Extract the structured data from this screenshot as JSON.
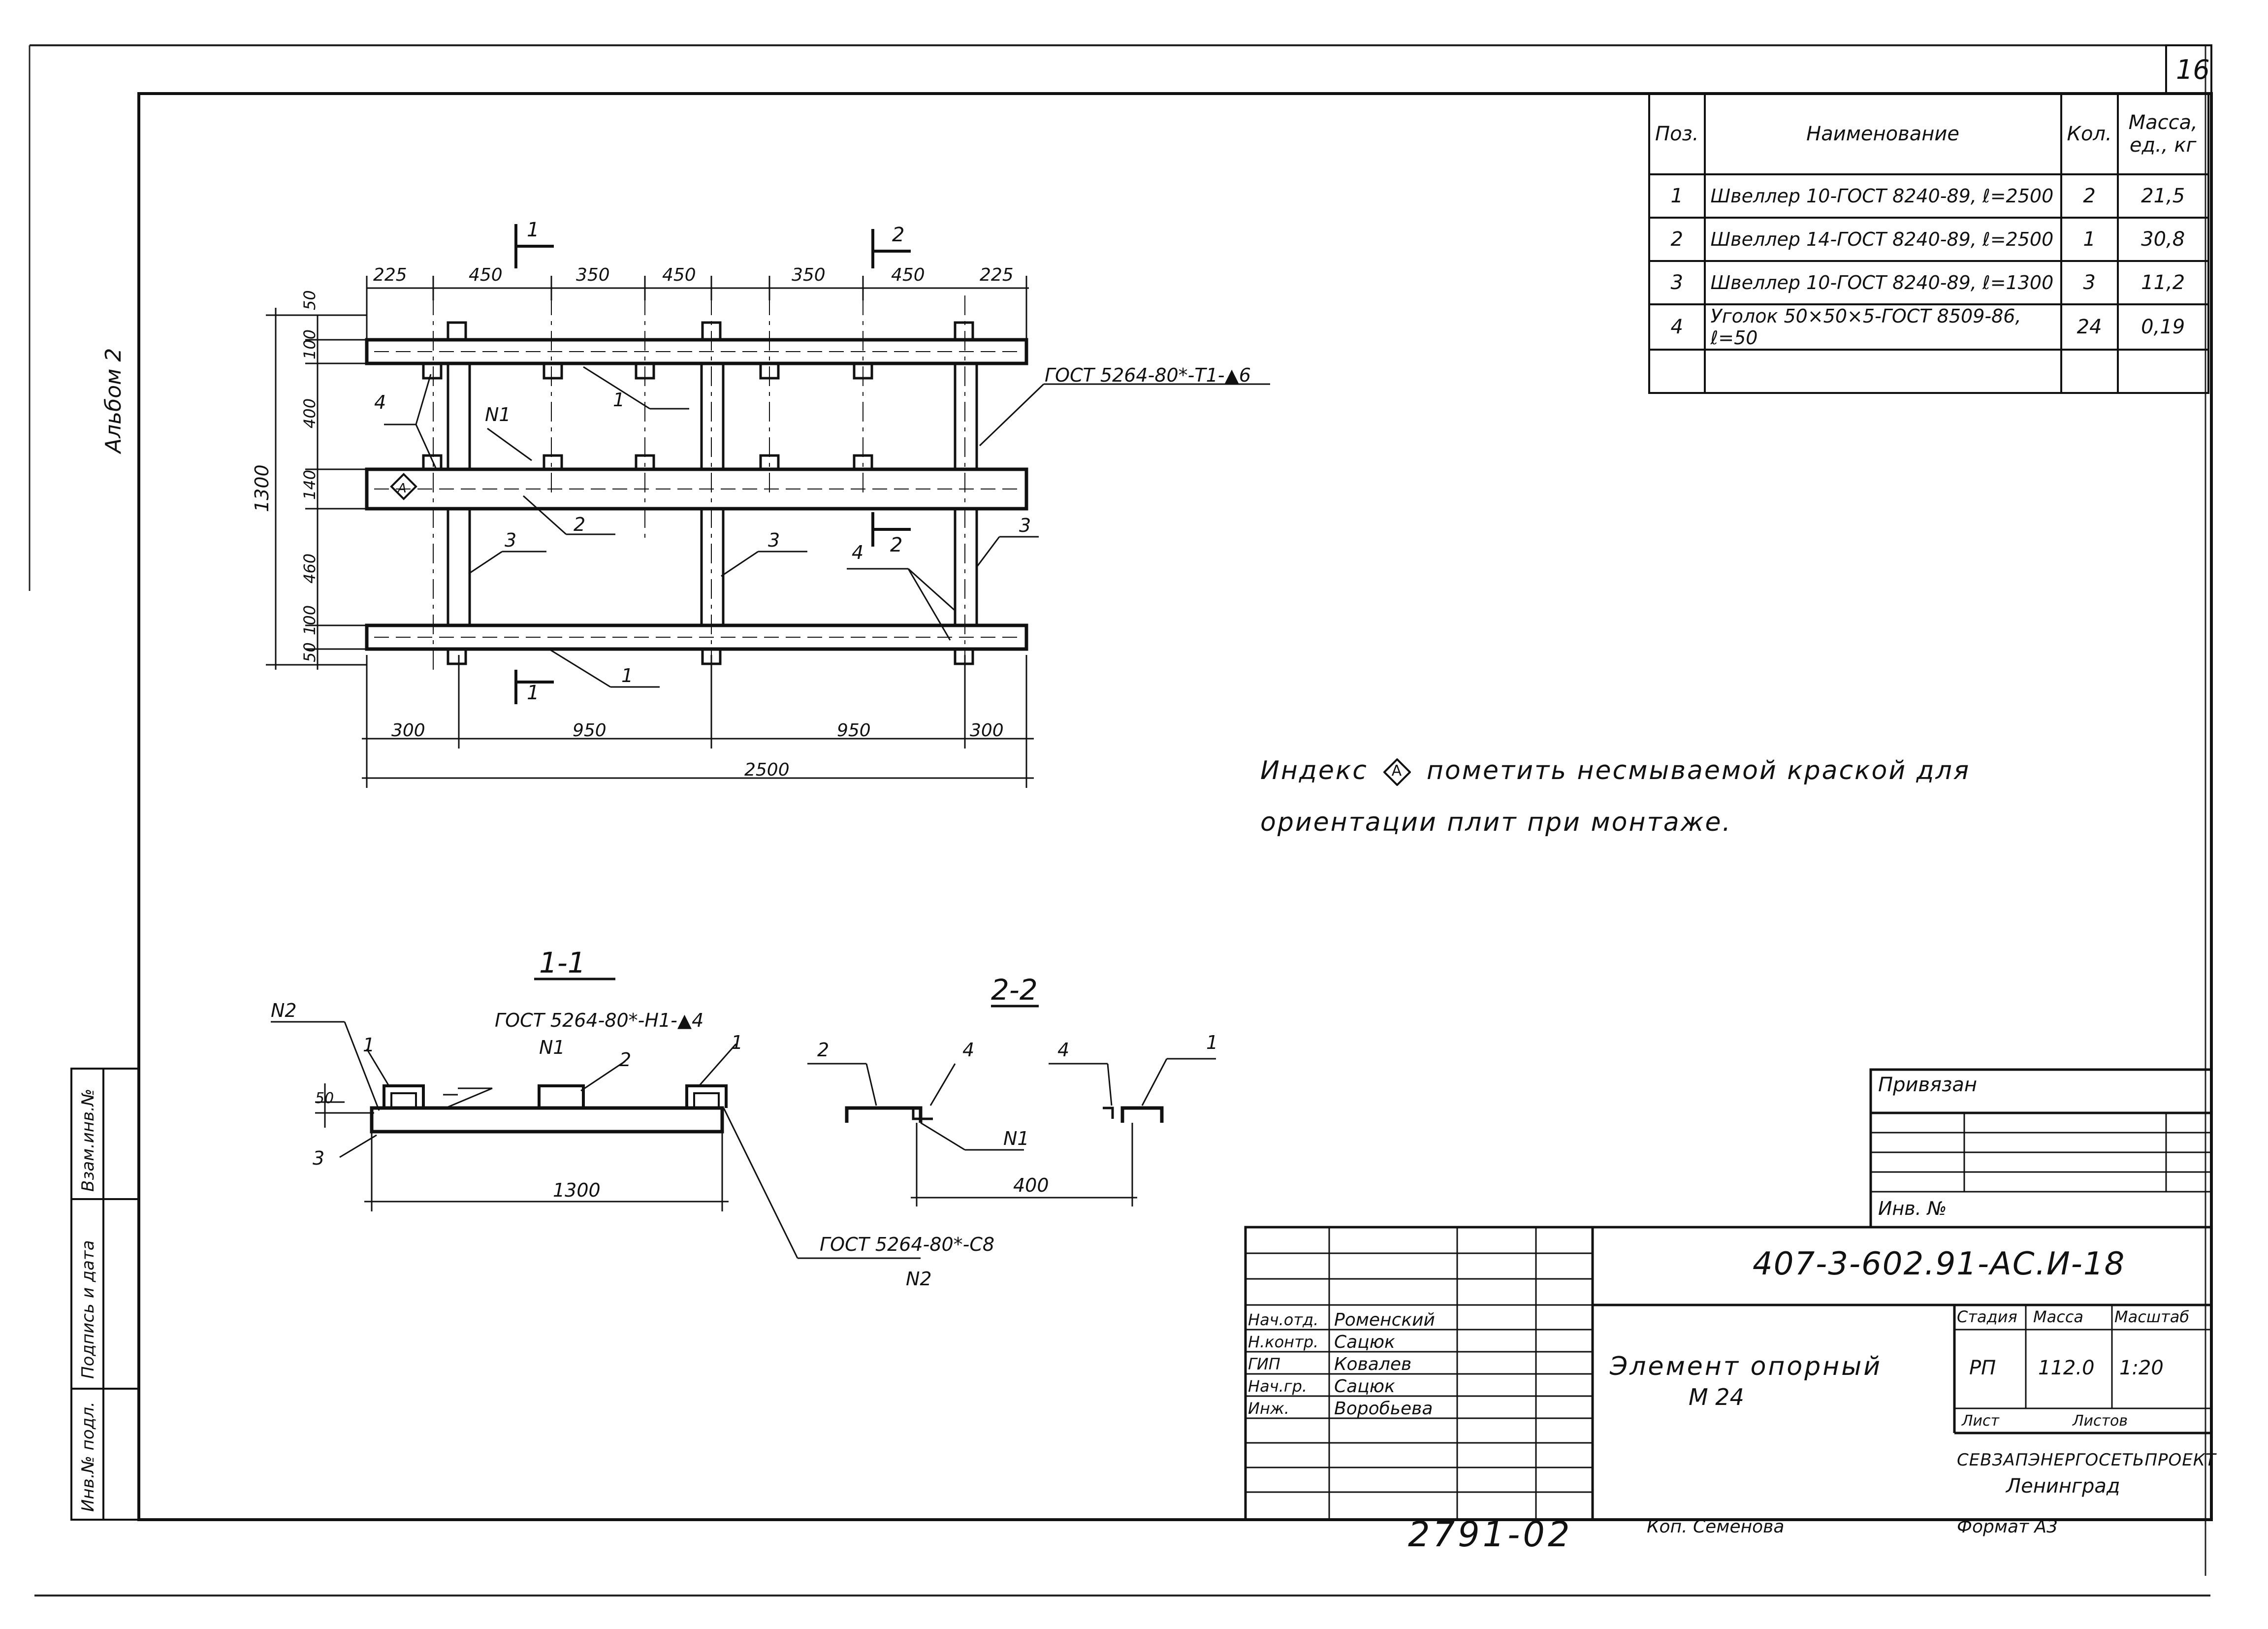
{
  "sheet": {
    "number": "16",
    "album": "Альбом 2",
    "doc_code": "407-3-602.91-АС.И-18",
    "archive_no": "2791-02",
    "copied_by": "Коп. Семенова",
    "format": "Формат А3"
  },
  "spec_table": {
    "headers": [
      "Поз.",
      "Наименование",
      "Кол.",
      "Масса, ед., кг"
    ],
    "rows": [
      {
        "pos": "1",
        "name": "Швеллер 10-ГОСТ 8240-89, ℓ=2500",
        "qty": "2",
        "mass": "21,5"
      },
      {
        "pos": "2",
        "name": "Швеллер 14-ГОСТ 8240-89, ℓ=2500",
        "qty": "1",
        "mass": "30,8"
      },
      {
        "pos": "3",
        "name": "Швеллер 10-ГОСТ 8240-89, ℓ=1300",
        "qty": "3",
        "mass": "11,2"
      },
      {
        "pos": "4",
        "name": "Уголок 50×50×5-ГОСТ 8509-86, ℓ=50",
        "qty": "24",
        "mass": "0,19"
      },
      {
        "pos": "",
        "name": "",
        "qty": "",
        "mass": ""
      }
    ]
  },
  "plan": {
    "dims_top": [
      "225",
      "450",
      "350",
      "450",
      "350",
      "450",
      "225"
    ],
    "dims_left": [
      "50",
      "100",
      "400",
      "140",
      "460",
      "100",
      "50"
    ],
    "overall_height": "1300",
    "dims_bottom": [
      "300",
      "950",
      "950",
      "300"
    ],
    "overall_length": "2500",
    "weld_callout": "ГОСТ 5264-80*-Т1-▲6",
    "node_label": "N1",
    "section_marks": [
      "1",
      "2"
    ],
    "position_labels": [
      "1",
      "2",
      "3",
      "4"
    ]
  },
  "note": {
    "line1_a": "Индекс",
    "index_symbol": "A",
    "line1_b": "пометить несмываемой краской для",
    "line2": "ориентации плит при монтаже."
  },
  "section_1_1": {
    "title": "1-1",
    "node": "N2",
    "weld": "ГОСТ 5264-80*-Н1-▲4",
    "weld_node": "N1",
    "dim_height": "50",
    "dim_length": "1300",
    "weld2": "ГОСТ 5264-80*-С8",
    "weld2_node": "N2",
    "labels": [
      "1",
      "2",
      "1",
      "3"
    ]
  },
  "section_2_2": {
    "title": "2-2",
    "labels": [
      "2",
      "4",
      "4",
      "1"
    ],
    "node": "N1",
    "dim": "400"
  },
  "left_stamp": {
    "cells": [
      "Взам.инв.№",
      "Подпись и дата",
      "Инв.№ подл."
    ]
  },
  "title_block": {
    "tied_to": "Привязан",
    "inv_no": "Инв. №",
    "roles": [
      "Нач.отд.",
      "Н.контр.",
      "ГИП",
      "Нач.гр.",
      "Инж."
    ],
    "names": [
      "Роменский",
      "Сацюк",
      "Ковалев",
      "Сацюк",
      "Воробьева"
    ],
    "title_line1": "Элемент опорный",
    "title_line2": "М 24",
    "stage_header": "Стадия",
    "mass_header": "Масса",
    "scale_header": "Масштаб",
    "stage": "РП",
    "mass": "112.0",
    "scale": "1:20",
    "sheet_label": "Лист",
    "sheets_label": "Листов",
    "organization": "СЕВЗАПЭНЕРГОСЕТЬПРОЕКТ",
    "city": "Ленинград"
  }
}
